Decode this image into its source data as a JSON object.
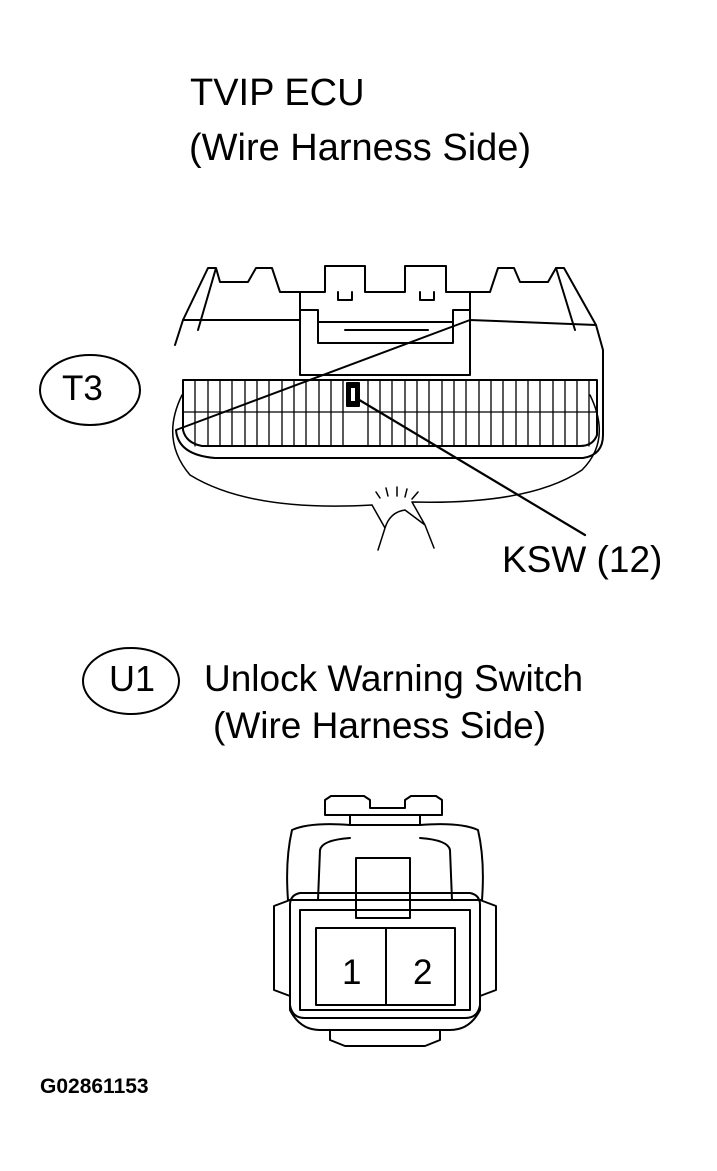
{
  "ecu_connector": {
    "title_line1": "TVIP ECU",
    "title_line2": "(Wire Harness Side)",
    "connector_code": "T3",
    "terminal_callout": "KSW (12)"
  },
  "switch_connector": {
    "connector_code": "U1",
    "title_line1": "Unlock Warning Switch",
    "title_line2": "(Wire Harness Side)",
    "pins": [
      "1",
      "2"
    ]
  },
  "figure_id": "G02861153"
}
